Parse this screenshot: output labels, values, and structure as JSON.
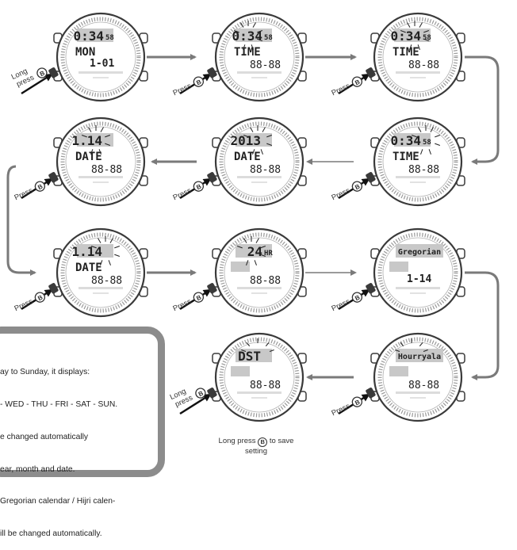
{
  "watches": [
    {
      "id": "w1",
      "top": "0:34",
      "top_sec": "58",
      "mid": "MON",
      "bottom": "1-01",
      "press": "Long press",
      "press_button": "B",
      "flash": ""
    },
    {
      "id": "w2",
      "top": "0:34",
      "top_sec": "58",
      "mid": "TIME",
      "bottom": "",
      "press": "Press",
      "press_button": "B",
      "flash": "hour"
    },
    {
      "id": "w3",
      "top": "0:34",
      "top_sec": "58",
      "mid": "TIME",
      "bottom": "",
      "press": "Press",
      "press_button": "B",
      "flash": "minute"
    },
    {
      "id": "w4",
      "top": "0:34",
      "top_sec": "58",
      "mid": "TIME",
      "bottom": "",
      "press": "Press",
      "press_button": "B",
      "flash": "second"
    },
    {
      "id": "w5",
      "top": "2013",
      "top_sec": "",
      "mid": "DATE",
      "bottom": "",
      "press": "Press",
      "press_button": "B",
      "flash": "year"
    },
    {
      "id": "w6",
      "top": "1.14",
      "top_sec": "",
      "mid": "DATE",
      "bottom": "",
      "press": "Press",
      "press_button": "B",
      "flash": "month"
    },
    {
      "id": "w7",
      "top": "1.14",
      "top_sec": "",
      "mid": "DATE",
      "bottom": "",
      "press": "Press",
      "press_button": "B",
      "flash": "day"
    },
    {
      "id": "w8",
      "top": "24",
      "top_sec": "HR",
      "mid": "",
      "bottom": "",
      "press": "Press",
      "press_button": "B",
      "flash": "format"
    },
    {
      "id": "w9",
      "top": "Gregorian",
      "top_sec": "",
      "mid": "",
      "bottom": "1-14",
      "press": "Press",
      "press_button": "B",
      "flash": ""
    },
    {
      "id": "w10",
      "top": "Hourryala",
      "top_sec": "",
      "mid": "",
      "bottom": "",
      "press": "Press",
      "press_button": "B",
      "flash": "calendar"
    },
    {
      "id": "w11",
      "top": "DST",
      "top_sec": "",
      "mid": "",
      "bottom": "",
      "press": "Long press",
      "press_button": "B",
      "flash": "dst"
    }
  ],
  "caption": {
    "before": "Long press",
    "button": "B",
    "after": "to save",
    "line2": "setting"
  },
  "note_lines": [
    "ay to Sunday, it displays:",
    "- WED - THU - FRI - SAT - SUN.",
    "e changed automatically",
    "ear, month and date.",
    "Gregorian calendar / Hijri calen-",
    "ill be changed automatically."
  ],
  "colors": {
    "arrow": "#7a7a7a",
    "bezel": "#3a3a3a",
    "lcd_block": "#c8c8c8",
    "note_border": "#8c8c8c"
  }
}
